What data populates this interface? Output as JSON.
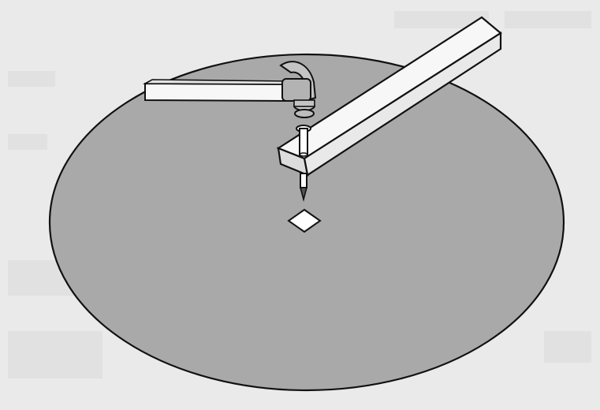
{
  "figure": {
    "background_color": "#eaeaea",
    "ground_color": "#a9a9a9",
    "ink_color": "#111111",
    "wood_top_color": "#f7f7f7",
    "wood_side_color": "#dcdcdc",
    "hammer_head_color": "#c4c4c4",
    "marker_color": "#ffffff"
  },
  "parts": [
    {
      "name": "circular-ground",
      "icon": "ellipse"
    },
    {
      "name": "hammer",
      "icon": "hammer-icon"
    },
    {
      "name": "long-board",
      "icon": "board"
    },
    {
      "name": "nail",
      "icon": "nail-icon"
    },
    {
      "name": "center-marker",
      "icon": "diamond"
    }
  ]
}
